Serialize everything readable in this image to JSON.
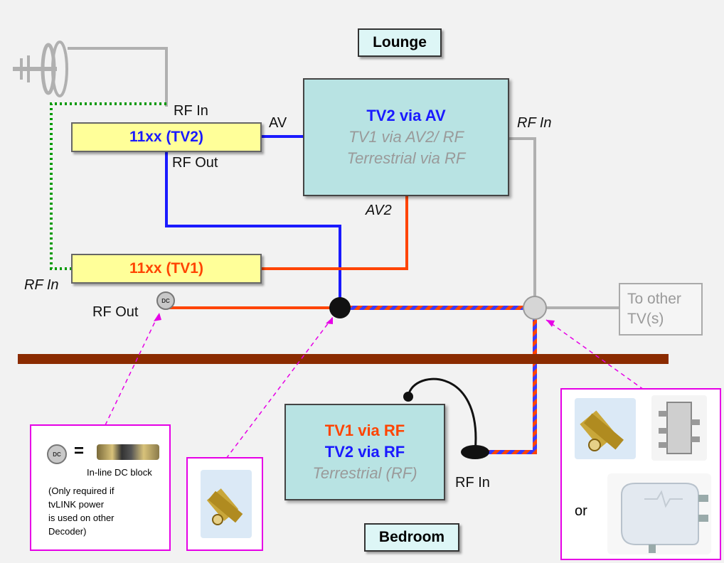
{
  "rooms": {
    "lounge": "Lounge",
    "bedroom": "Bedroom"
  },
  "decoders": {
    "tv2": "11xx (TV2)",
    "tv1": "11xx (TV1)"
  },
  "lounge_tv": {
    "line1": "TV2 via AV",
    "line2": "TV1 via AV2/ RF",
    "line3": "Terrestrial via RF"
  },
  "bedroom_tv": {
    "line1": "TV1 via RF",
    "line2": "TV2 via RF",
    "line3": "Terrestrial (RF)"
  },
  "labels": {
    "rf_in_tv2": "RF In",
    "rf_out_tv2": "RF Out",
    "av": "AV",
    "av2": "AV2",
    "rf_in_lounge": "RF In",
    "rf_in_tv1": "RF In",
    "rf_out_tv1": "RF Out",
    "to_other": "To other TV(s)",
    "to_other_l1": "To other",
    "to_other_l2": "TV(s)",
    "rf_in_bedroom": "RF In",
    "dc_badge": "DC",
    "equals": "=",
    "dc_block": "In-line DC block",
    "note_l1": "(Only required if",
    "note_l2": "tvLINK power",
    "note_l3": "is used on other",
    "note_l4": "Decoder)",
    "or": "or"
  },
  "colors": {
    "tv2_blue": "#1a1aff",
    "tv1_red": "#ff4400",
    "terrestrial_grey": "#9a9a9a",
    "decoder_fill": "#ffff99",
    "tv_fill": "#b8e3e3",
    "floor": "#8b2b00",
    "callout": "#e600e6",
    "antenna_link": "#009900"
  }
}
